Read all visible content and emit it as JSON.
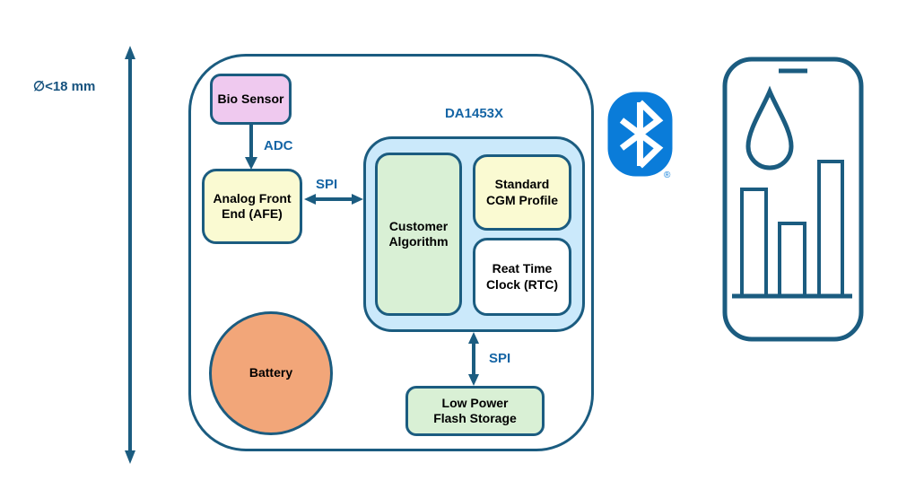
{
  "colors": {
    "stroke": "#1B5C80",
    "label": "#1565A5",
    "dim_text": "#16527E",
    "bluetooth": "#0A7CD9",
    "pink": "#EFC9EF",
    "yellow": "#FAFAD2",
    "green": "#D9F0D5",
    "light_blue": "#CBE9FB",
    "orange": "#F2A679"
  },
  "diagram": {
    "dimension_label": "∅<18 mm",
    "soc_title": "DA1453X",
    "blocks": {
      "bio_sensor": "Bio Sensor",
      "afe": "Analog Front End (AFE)",
      "customer_algorithm": "Customer Algorithm",
      "cgm_profile": "Standard CGM Profile",
      "rtc": "Reat Time Clock (RTC)",
      "battery": "Battery",
      "flash": "Low Power Flash Storage"
    },
    "connections": {
      "adc": "ADC",
      "spi_afe": "SPI",
      "spi_flash": "SPI"
    },
    "bluetooth": {
      "icon": "bluetooth-icon",
      "registered_mark": "®"
    },
    "phone": {
      "icon": "smartphone-icon",
      "screen_icons": [
        "droplet-icon",
        "bar-chart-icon"
      ]
    }
  }
}
